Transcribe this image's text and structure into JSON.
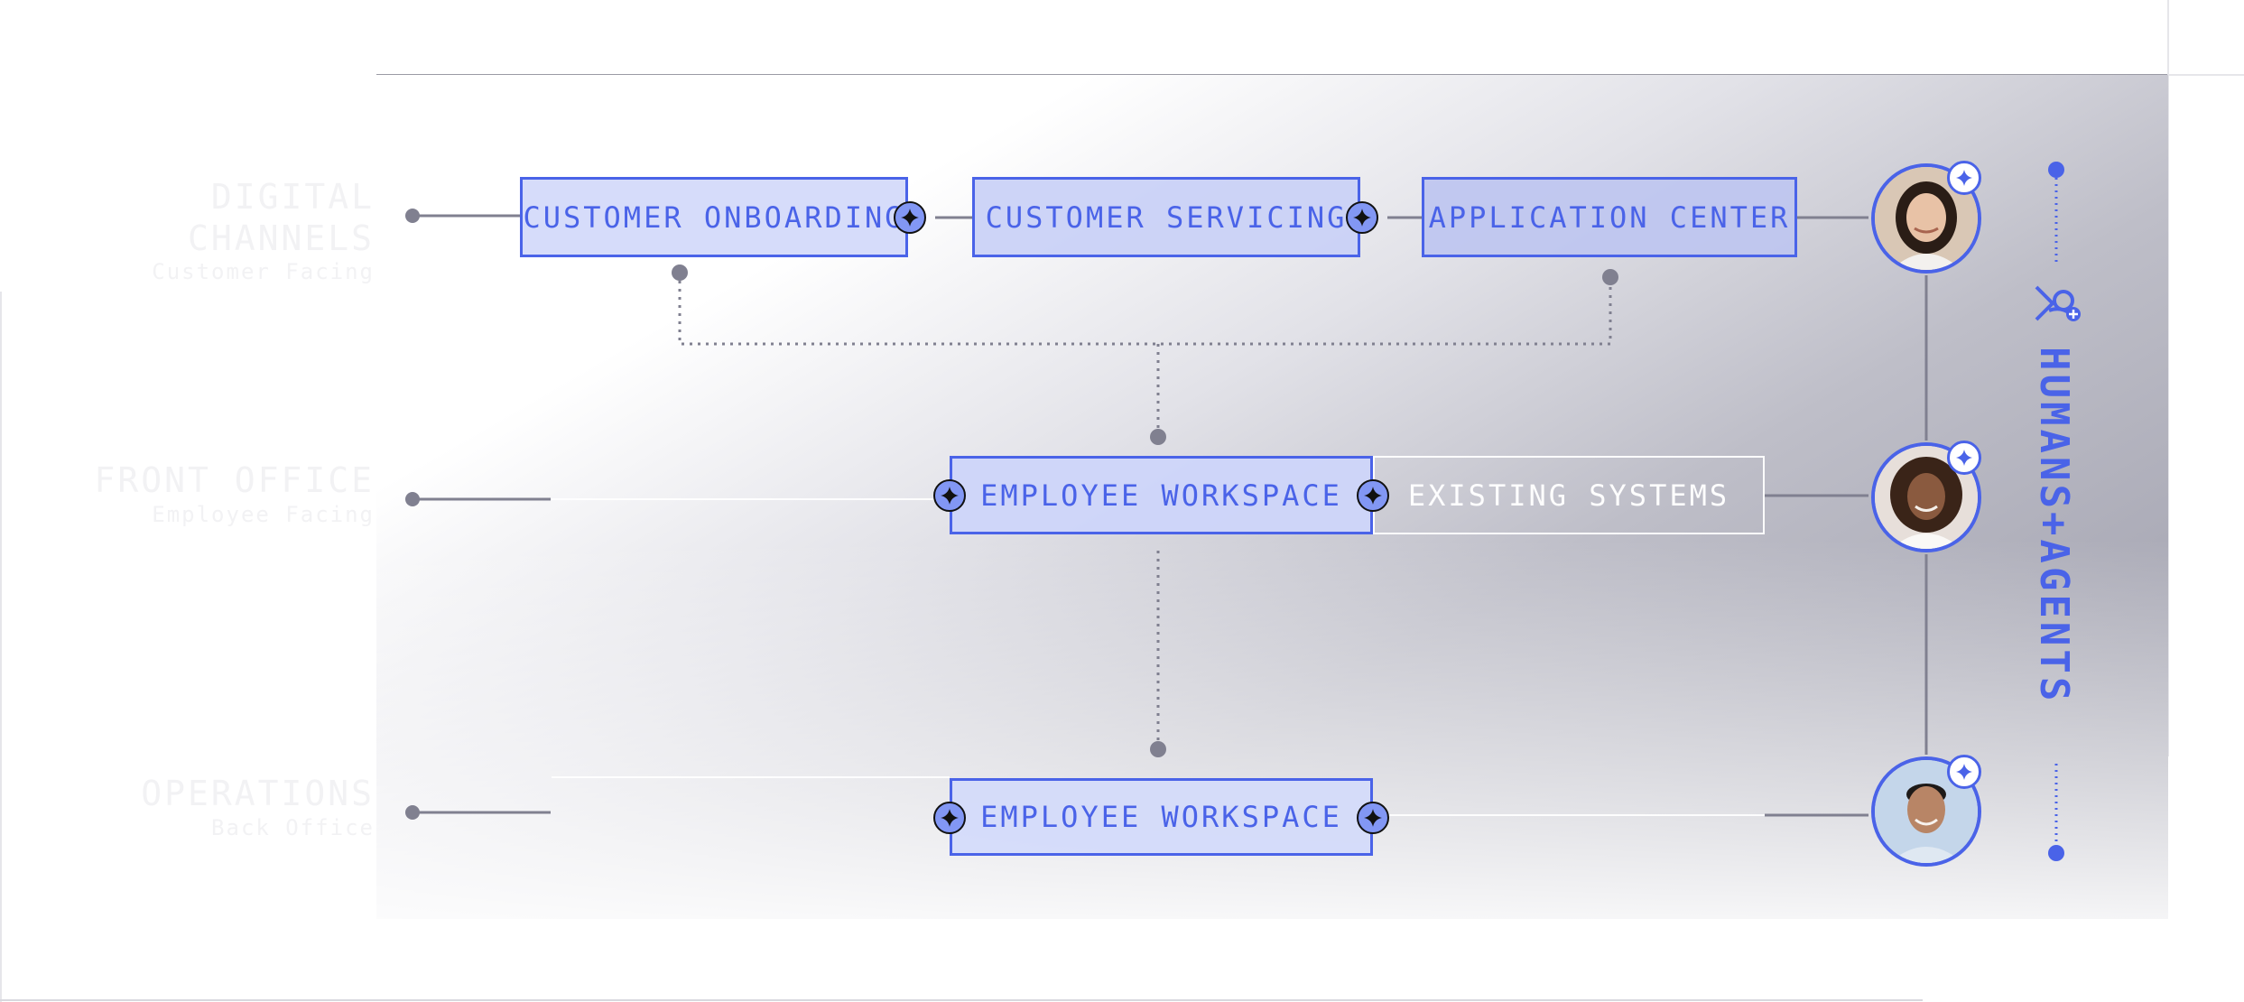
{
  "colors": {
    "accent": "#4a63e8",
    "node_fill": "#d8defa",
    "connector": "#808090",
    "badge": "#8297f4"
  },
  "rows": [
    {
      "title": "DIGITAL CHANNELS",
      "subtitle": "Customer Facing"
    },
    {
      "title": "FRONT OFFICE",
      "subtitle": "Employee Facing"
    },
    {
      "title": "OPERATIONS",
      "subtitle": "Back Office"
    }
  ],
  "nodes": {
    "customer_onboarding": "CUSTOMER ONBOARDING",
    "customer_servicing": "CUSTOMER SERVICING",
    "application_center": "APPLICATION CENTER",
    "employee_workspace_front": "EMPLOYEE WORKSPACE",
    "existing_systems": "EXISTING SYSTEMS",
    "employee_workspace_ops": "EMPLOYEE WORKSPACE"
  },
  "sidebar": {
    "title": "HUMANS+AGENTS",
    "icon": "human-agent-icon"
  },
  "icons": {
    "badge": "sparkle-icon",
    "avatars": [
      "woman-portrait",
      "woman-portrait",
      "man-portrait"
    ]
  }
}
